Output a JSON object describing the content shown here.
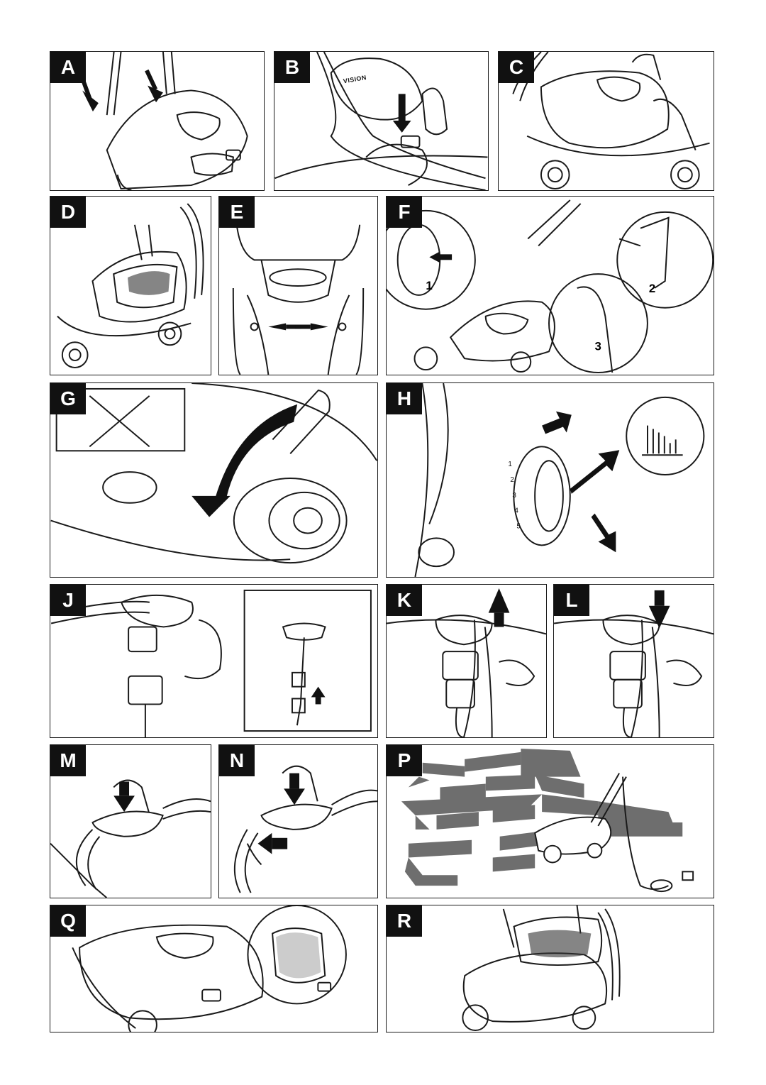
{
  "panels": {
    "A": {
      "label": "A"
    },
    "B": {
      "label": "B",
      "brand": "VISION"
    },
    "C": {
      "label": "C"
    },
    "D": {
      "label": "D"
    },
    "E": {
      "label": "E"
    },
    "F": {
      "label": "F",
      "callouts": [
        "1",
        "2",
        "3"
      ]
    },
    "G": {
      "label": "G"
    },
    "H": {
      "label": "H",
      "wheel_settings": [
        "1",
        "2",
        "3",
        "4",
        "5"
      ]
    },
    "J": {
      "label": "J"
    },
    "K": {
      "label": "K"
    },
    "L": {
      "label": "L"
    },
    "M": {
      "label": "M"
    },
    "N": {
      "label": "N"
    },
    "P": {
      "label": "P"
    },
    "Q": {
      "label": "Q"
    },
    "R": {
      "label": "R"
    }
  },
  "colors": {
    "line": "#1a1a1a",
    "label_bg": "#111111",
    "label_text": "#ffffff",
    "path_grey": "#6e6e6e"
  }
}
